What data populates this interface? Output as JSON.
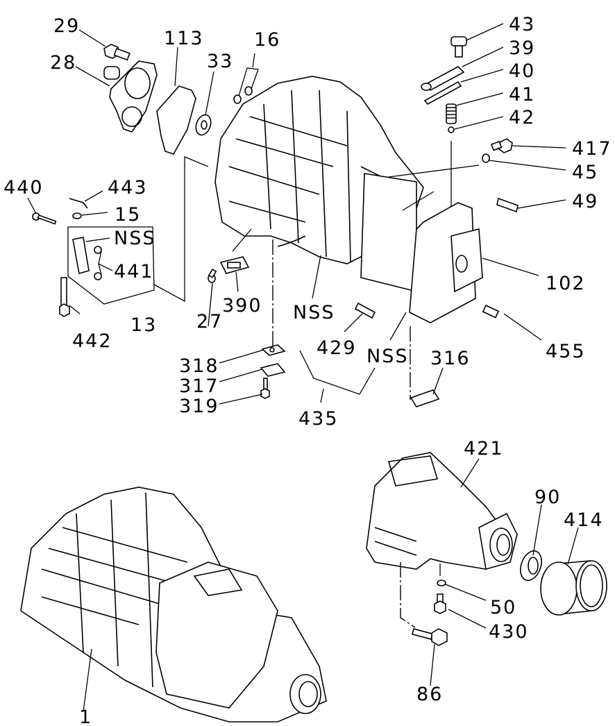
{
  "diagram": {
    "title": "Transmission case exploded parts diagram",
    "background": "#ffffff",
    "ink": "#000000",
    "callouts": [
      {
        "id": "c29",
        "text": "29"
      },
      {
        "id": "c28",
        "text": "28"
      },
      {
        "id": "c113",
        "text": "113"
      },
      {
        "id": "c33",
        "text": "33"
      },
      {
        "id": "c16",
        "text": "16"
      },
      {
        "id": "c43",
        "text": "43"
      },
      {
        "id": "c39",
        "text": "39"
      },
      {
        "id": "c40",
        "text": "40"
      },
      {
        "id": "c41",
        "text": "41"
      },
      {
        "id": "c42",
        "text": "42"
      },
      {
        "id": "c417",
        "text": "417"
      },
      {
        "id": "c45",
        "text": "45"
      },
      {
        "id": "c49",
        "text": "49"
      },
      {
        "id": "c440",
        "text": "440"
      },
      {
        "id": "c443",
        "text": "443"
      },
      {
        "id": "c15",
        "text": "15"
      },
      {
        "id": "cNSS1",
        "text": "NSS"
      },
      {
        "id": "c441",
        "text": "441"
      },
      {
        "id": "c13",
        "text": "13"
      },
      {
        "id": "c442",
        "text": "442"
      },
      {
        "id": "c27",
        "text": "27"
      },
      {
        "id": "c390",
        "text": "390"
      },
      {
        "id": "c102",
        "text": "102"
      },
      {
        "id": "c455",
        "text": "455"
      },
      {
        "id": "cNSS2",
        "text": "NSS"
      },
      {
        "id": "c429",
        "text": "429"
      },
      {
        "id": "cNSS3",
        "text": "NSS"
      },
      {
        "id": "c316",
        "text": "316"
      },
      {
        "id": "c318",
        "text": "318"
      },
      {
        "id": "c317",
        "text": "317"
      },
      {
        "id": "c319",
        "text": "319"
      },
      {
        "id": "c435",
        "text": "435"
      },
      {
        "id": "c421",
        "text": "421"
      },
      {
        "id": "c90",
        "text": "90"
      },
      {
        "id": "c414",
        "text": "414"
      },
      {
        "id": "c50",
        "text": "50"
      },
      {
        "id": "c430",
        "text": "430"
      },
      {
        "id": "c86",
        "text": "86"
      },
      {
        "id": "c1",
        "text": "1"
      }
    ]
  }
}
